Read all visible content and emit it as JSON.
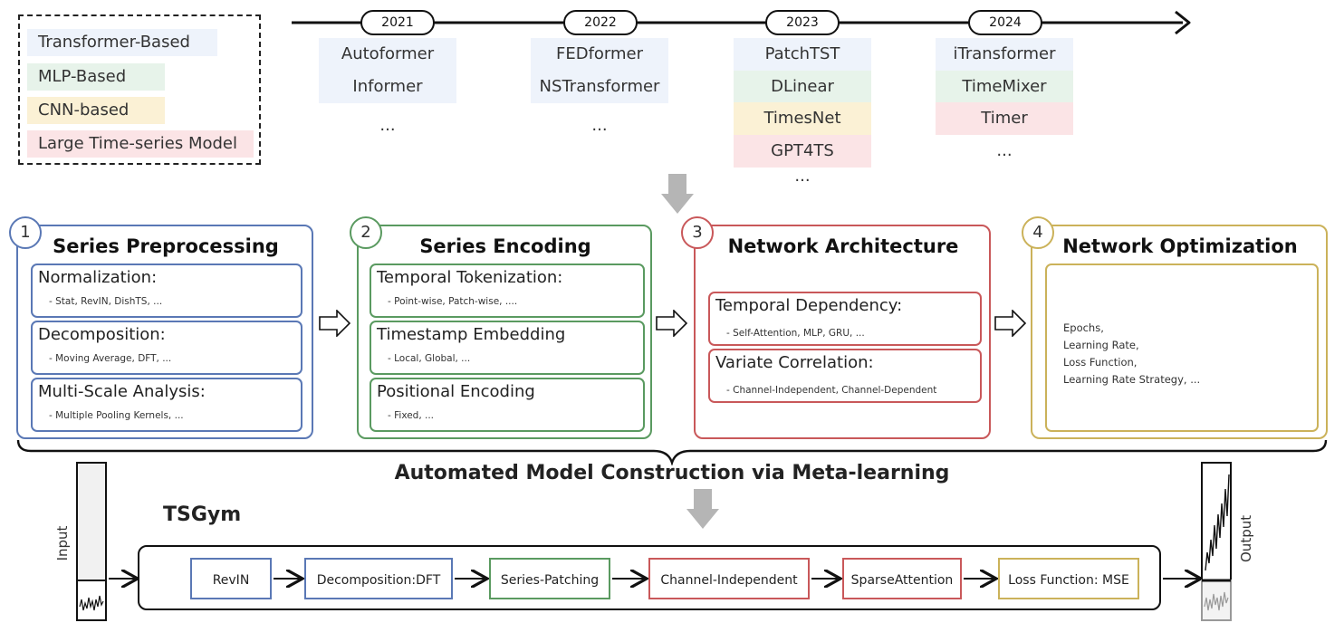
{
  "legend": {
    "transformer": "Transformer-Based",
    "mlp": "MLP-Based",
    "cnn": "CNN-based",
    "ltsm": "Large Time-series Model"
  },
  "timeline": {
    "years": [
      "2021",
      "2022",
      "2023",
      "2024"
    ],
    "col2021": [
      "Autoformer",
      "Informer",
      "..."
    ],
    "col2022": [
      "FEDformer",
      "NSTransformer",
      "..."
    ],
    "col2023": [
      "PatchTST",
      "DLinear",
      "TimesNet",
      "GPT4TS",
      "..."
    ],
    "col2024": [
      "iTransformer",
      "TimeMixer",
      "Timer",
      "..."
    ]
  },
  "stages": [
    {
      "num": "1",
      "title": "Series Preprocessing",
      "subs": [
        {
          "title": "Normalization:",
          "items": "-  Stat, RevIN, DishTS, ..."
        },
        {
          "title": "Decomposition:",
          "items": "-  Moving Average, DFT, ..."
        },
        {
          "title": "Multi-Scale  Analysis:",
          "items": "- Multiple Pooling Kernels, ..."
        }
      ]
    },
    {
      "num": "2",
      "title": "Series Encoding",
      "subs": [
        {
          "title": "Temporal Tokenization:",
          "items": "- Point-wise, Patch-wise, ...."
        },
        {
          "title": "Timestamp Embedding",
          "items": "- Local, Global, ..."
        },
        {
          "title": "Positional Encoding",
          "items": "- Fixed, ..."
        }
      ]
    },
    {
      "num": "3",
      "title": "Network Architecture",
      "subs": [
        {
          "title": "Temporal Dependency:",
          "items": "- Self-Attention, MLP, GRU, ..."
        },
        {
          "title": "Variate Correlation:",
          "items": "- Channel-Independent, Channel-Dependent"
        }
      ]
    },
    {
      "num": "4",
      "title": "Network Optimization",
      "items": [
        "Epochs,",
        "Learning Rate,",
        "Loss Function,",
        "Learning Rate Strategy, ..."
      ]
    }
  ],
  "automated_label": "Automated Model Construction via Meta-learning",
  "tsgym_label": "TSGym",
  "input_label": "Input",
  "output_label": "Output",
  "pipeline": [
    "RevIN",
    "Decomposition:DFT",
    "Series-Patching",
    "Channel-Independent",
    "SparseAttention",
    "Loss Function: MSE"
  ],
  "colors": {
    "blue": "#5a78b5",
    "green": "#5a9a60",
    "red": "#c9585a",
    "yellow": "#cbb25a",
    "fill_blue": "#eef3fb",
    "fill_green": "#e7f3ea",
    "fill_yellow": "#fbf1d5",
    "fill_pink": "#fbe4e6"
  }
}
